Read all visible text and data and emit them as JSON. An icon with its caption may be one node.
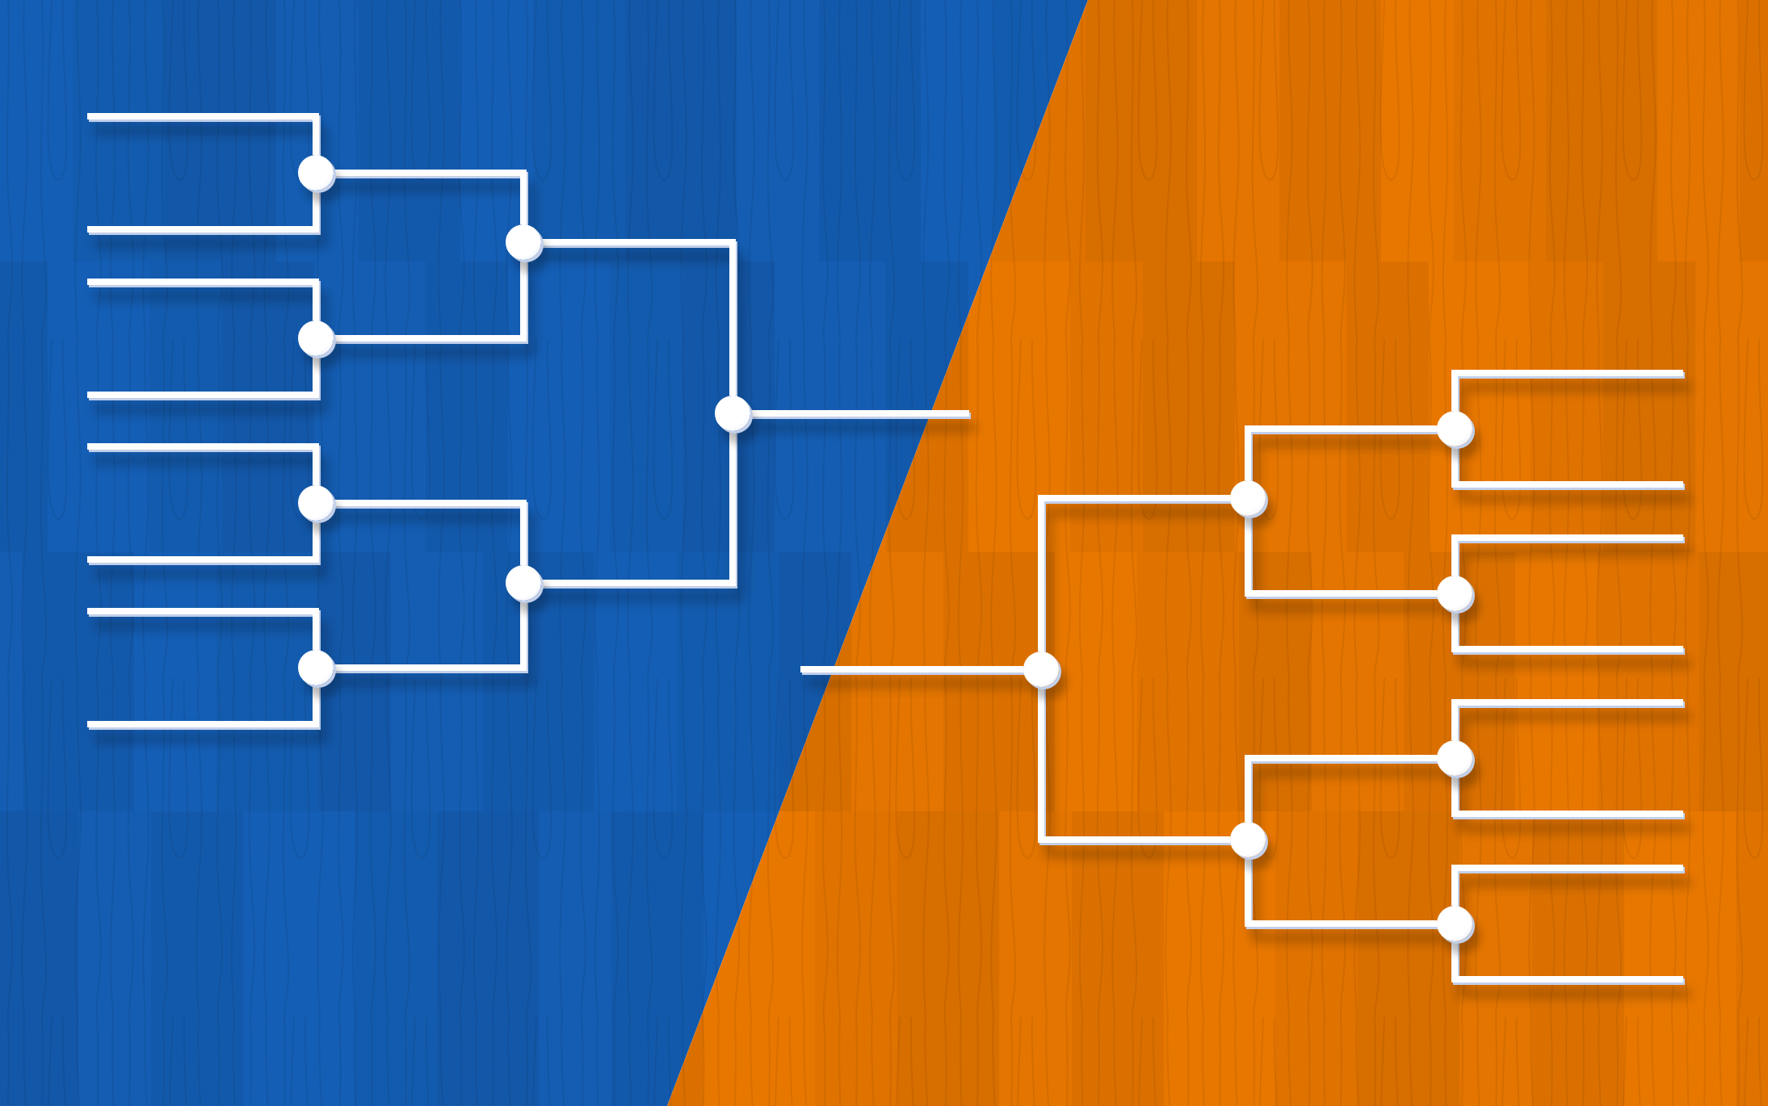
{
  "diagram": {
    "nodes": [
      {
        "text": [],
        "shape": "circle"
      },
      {
        "text": [],
        "shape": "circle"
      },
      {
        "text": [],
        "shape": "circle"
      },
      {
        "text": [],
        "shape": "circle"
      },
      {
        "text": [],
        "shape": "circle"
      },
      {
        "text": [],
        "shape": "circle"
      },
      {
        "text": [],
        "shape": "circle"
      },
      {
        "text": [],
        "shape": "circle"
      },
      {
        "text": [],
        "shape": "circle"
      },
      {
        "text": [],
        "shape": "circle"
      },
      {
        "text": [],
        "shape": "circle"
      },
      {
        "text": [],
        "shape": "circle"
      },
      {
        "text": [],
        "shape": "circle"
      },
      {
        "text": [],
        "shape": "circle"
      }
    ],
    "edges": [
      {
        "from": null,
        "to": 0,
        "arrow": "none"
      },
      {
        "from": null,
        "to": 0,
        "arrow": "none"
      },
      {
        "from": null,
        "to": 1,
        "arrow": "none"
      },
      {
        "from": null,
        "to": 1,
        "arrow": "none"
      },
      {
        "from": null,
        "to": 2,
        "arrow": "none"
      },
      {
        "from": null,
        "to": 2,
        "arrow": "none"
      },
      {
        "from": null,
        "to": 3,
        "arrow": "none"
      },
      {
        "from": null,
        "to": 3,
        "arrow": "none"
      },
      {
        "from": 0,
        "to": 4,
        "arrow": "none"
      },
      {
        "from": 1,
        "to": 4,
        "arrow": "none"
      },
      {
        "from": 2,
        "to": 5,
        "arrow": "none"
      },
      {
        "from": 3,
        "to": 5,
        "arrow": "none"
      },
      {
        "from": 4,
        "to": 6,
        "arrow": "none"
      },
      {
        "from": 5,
        "to": 6,
        "arrow": "none"
      },
      {
        "from": 6,
        "to": null,
        "arrow": "none"
      },
      {
        "from": 7,
        "to": null,
        "arrow": "none"
      },
      {
        "from": 8,
        "to": 7,
        "arrow": "none"
      },
      {
        "from": 9,
        "to": 7,
        "arrow": "none"
      },
      {
        "from": 10,
        "to": 8,
        "arrow": "none"
      },
      {
        "from": 11,
        "to": 8,
        "arrow": "none"
      },
      {
        "from": 12,
        "to": 9,
        "arrow": "none"
      },
      {
        "from": 13,
        "to": 9,
        "arrow": "none"
      },
      {
        "from": null,
        "to": 10,
        "arrow": "none"
      },
      {
        "from": null,
        "to": 10,
        "arrow": "none"
      },
      {
        "from": null,
        "to": 11,
        "arrow": "none"
      },
      {
        "from": null,
        "to": 11,
        "arrow": "none"
      },
      {
        "from": null,
        "to": 12,
        "arrow": "none"
      },
      {
        "from": null,
        "to": 12,
        "arrow": "none"
      },
      {
        "from": null,
        "to": 13,
        "arrow": "none"
      },
      {
        "from": null,
        "to": 13,
        "arrow": "none"
      }
    ]
  }
}
